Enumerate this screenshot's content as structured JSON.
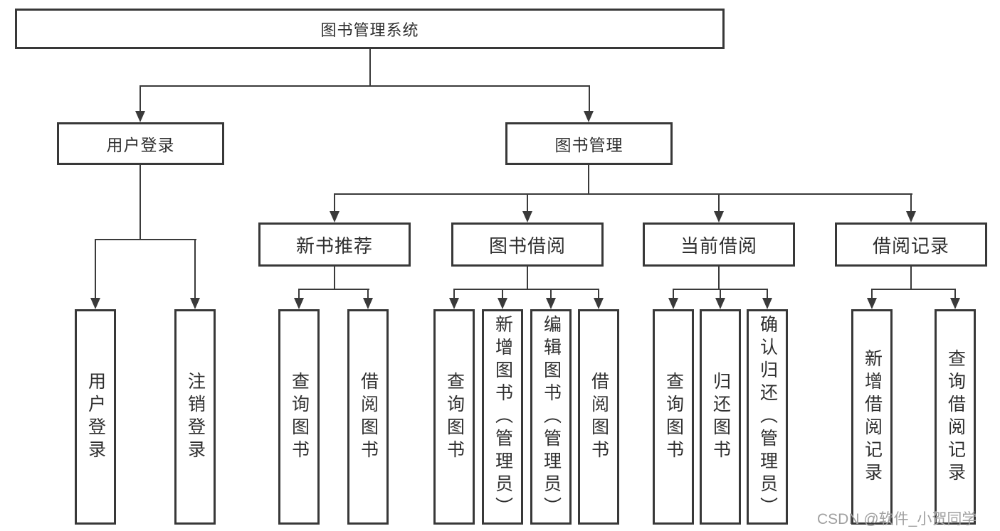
{
  "title": "图书管理系统",
  "watermark": "CSDN @软件_小贺同学",
  "colors": {
    "line": "#3a3a3a",
    "border": "#383838",
    "text": "#2f2f2f",
    "watermark": "#a0a0a0",
    "background": "#ffffff"
  },
  "nodes": {
    "root": "图书管理系统",
    "user_login": "用户登录",
    "book_management": "图书管理",
    "new_book_recommend": "新书推荐",
    "book_borrow": "图书借阅",
    "current_borrow": "当前借阅",
    "borrow_records": "借阅记录",
    "leaf_user_login": "用户登录",
    "leaf_logout": "注销登录",
    "rec_query_books": "查询图书",
    "rec_borrow_books": "借阅图书",
    "bb_query_books": "查询图书",
    "bb_add_books": "新增图书（管理员）",
    "bb_edit_books": "编辑图书（管理员）",
    "bb_borrow_books": "借阅图书",
    "cb_query_books": "查询图书",
    "cb_return_books": "归还图书",
    "cb_confirm_return": "确认归还（管理员）",
    "br_add_record": "新增借阅记录",
    "br_query_record": "查询借阅记录"
  }
}
